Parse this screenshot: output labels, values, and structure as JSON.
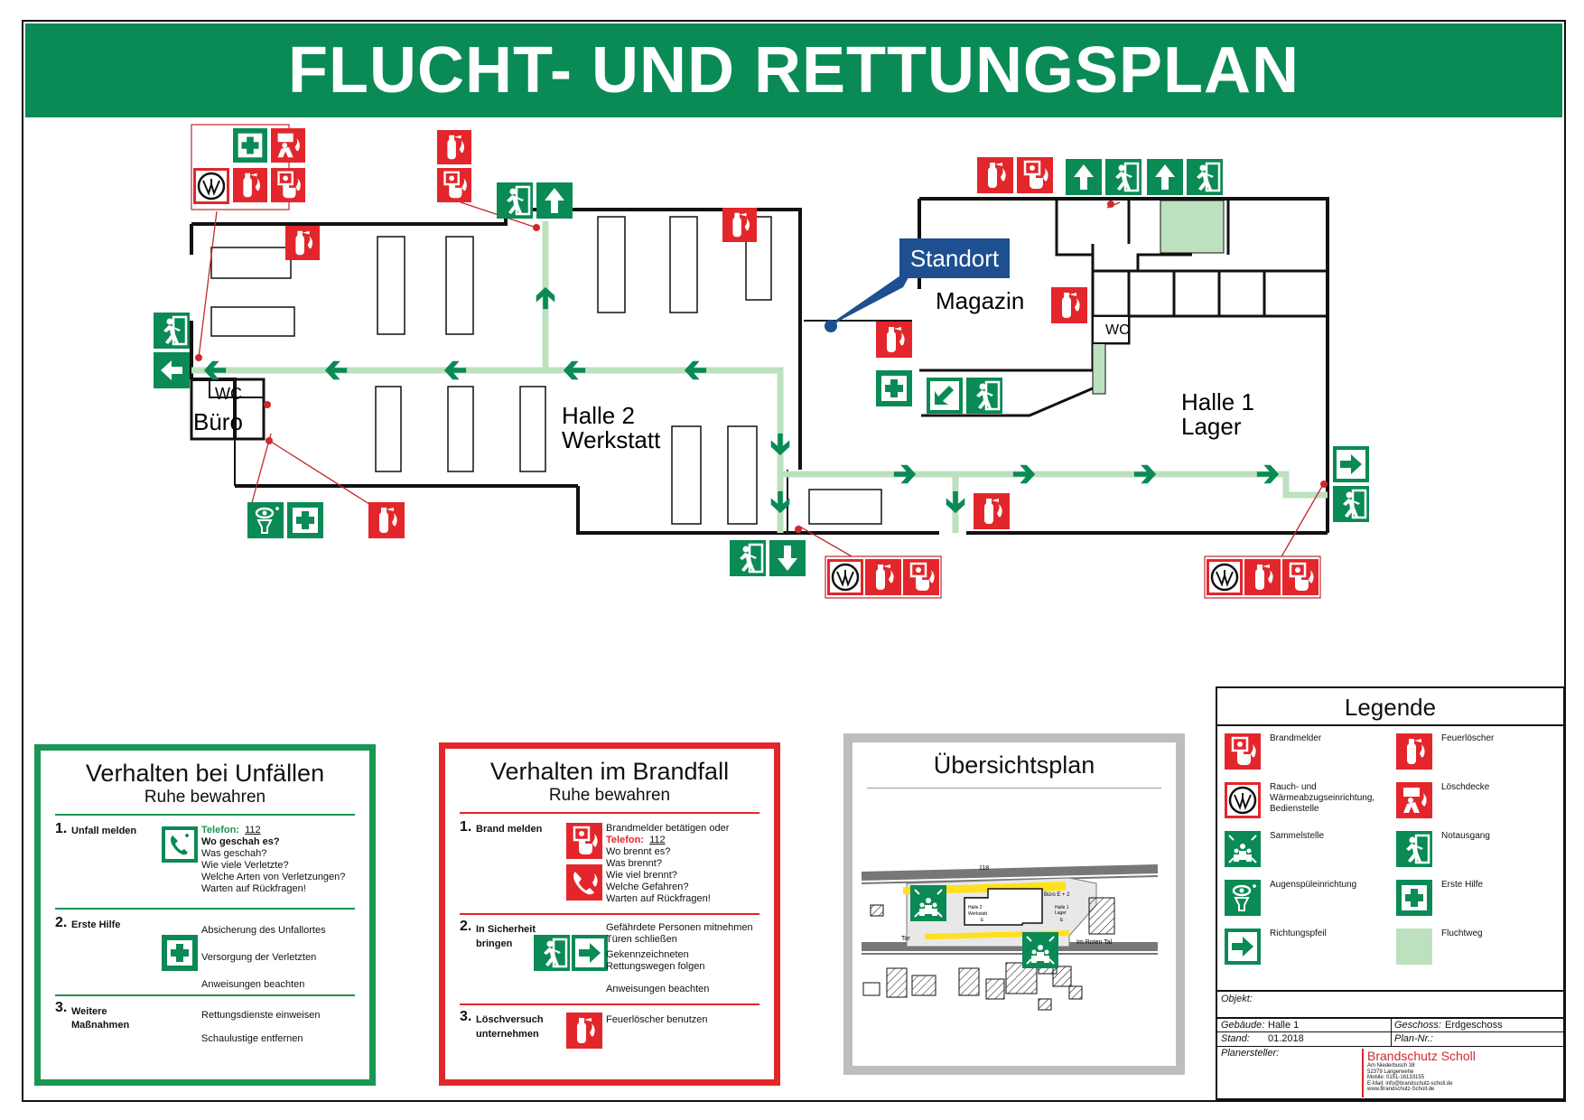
{
  "title": "FLUCHT- UND RETTUNGSPLAN",
  "map": {
    "standort": "Standort",
    "rooms": {
      "magazin": "Magazin",
      "wc_top": "WC",
      "wc_left": "WC",
      "buero": "Büro",
      "halle2_l1": "Halle 2",
      "halle2_l2": "Werkstatt",
      "halle1_l1": "Halle 1",
      "halle1_l2": "Lager"
    }
  },
  "unfall": {
    "title": "Verhalten bei Unfällen",
    "subtitle": "Ruhe bewahren",
    "steps": [
      {
        "num": "1.",
        "label": "Unfall melden",
        "lines": [
          "Telefon:",
          "112",
          "Wo geschah es?",
          "Was geschah?",
          "Wie viele Verletzte?",
          "Welche Arten von Verletzungen?",
          "Warten auf Rückfragen!"
        ]
      },
      {
        "num": "2.",
        "label": "Erste Hilfe",
        "lines": [
          "Absicherung des Unfallortes",
          "Versorgung der Verletzten",
          "Anweisungen beachten"
        ]
      },
      {
        "num": "3.",
        "label_l1": "Weitere",
        "label_l2": "Maßnahmen",
        "lines": [
          "Rettungsdienste einweisen",
          "Schaulustige entfernen"
        ]
      }
    ]
  },
  "brand": {
    "title": "Verhalten im Brandfall",
    "subtitle": "Ruhe bewahren",
    "steps": [
      {
        "num": "1.",
        "label": "Brand melden",
        "lines": [
          "Brandmelder betätigen oder",
          "Telefon:",
          "112",
          "Wo brennt es?",
          "Was brennt?",
          "Wie viel brennt?",
          "Welche Gefahren?",
          "Warten auf Rückfragen!"
        ]
      },
      {
        "num": "2.",
        "label_l1": "In Sicherheit",
        "label_l2": "bringen",
        "lines": [
          "Gefährdete Personen mitnehmen",
          "Türen schließen",
          "Gekennzeichneten",
          "Rettungswegen folgen",
          "Anweisungen beachten"
        ]
      },
      {
        "num": "3.",
        "label_l1": "Löschversuch",
        "label_l2": "unternehmen",
        "lines": [
          "Feuerlöscher benutzen"
        ]
      }
    ]
  },
  "uebersicht": {
    "title": "Übersichtsplan",
    "road_number": "118",
    "tor": "Tor",
    "street": "Im Roten Tal",
    "halle2": "Halle 2",
    "werkstatt": "Werkstatt",
    "e1": "E",
    "buero_e2": "Büro    E + 2",
    "halle1": "Halle 1",
    "lager": "Lager",
    "e2": "E"
  },
  "legend": {
    "title": "Legende",
    "items": [
      {
        "label": "Brandmelder",
        "icon": "fire-alarm-icon"
      },
      {
        "label": "Feuerlöscher",
        "icon": "fire-extinguisher-icon"
      },
      {
        "label": "Rauch- und Wärmeabzugseinrichtung, Bedienstelle",
        "icon": "smoke-vent-icon"
      },
      {
        "label": "Löschdecke",
        "icon": "fire-blanket-icon"
      },
      {
        "label": "Sammelstelle",
        "icon": "assembly-point-icon"
      },
      {
        "label": "Notausgang",
        "icon": "emergency-exit-icon"
      },
      {
        "label": "Augenspüleinrichtung",
        "icon": "eyewash-icon"
      },
      {
        "label": "Erste Hilfe",
        "icon": "first-aid-icon"
      },
      {
        "label": "Richtungspfeil",
        "icon": "direction-arrow-icon"
      },
      {
        "label": "Fluchtweg",
        "icon": "escape-route-swatch"
      }
    ],
    "objekt_label": "Objekt:",
    "gebaeude_label": "Gebäude:",
    "gebaeude_value": "Halle 1",
    "geschoss_label": "Geschoss:",
    "geschoss_value": "Erdgeschoss",
    "stand_label": "Stand:",
    "stand_value": "01.2018",
    "plannr_label": "Plan-Nr.:",
    "planersteller_label": "Planersteller:",
    "company": "Brandschutz Scholl",
    "address_lines": [
      "Am Niederbusch 38",
      "52379 Langerwehe",
      "Mobile: 0151-16133155",
      "E-Mail: info@brandschutz-scholl.de",
      "www.Brandschutz-Scholl.de"
    ]
  },
  "colors": {
    "green": "#0a8a55",
    "red": "#e3262b",
    "route": "#bde0bf",
    "standort": "#1d4f91"
  }
}
